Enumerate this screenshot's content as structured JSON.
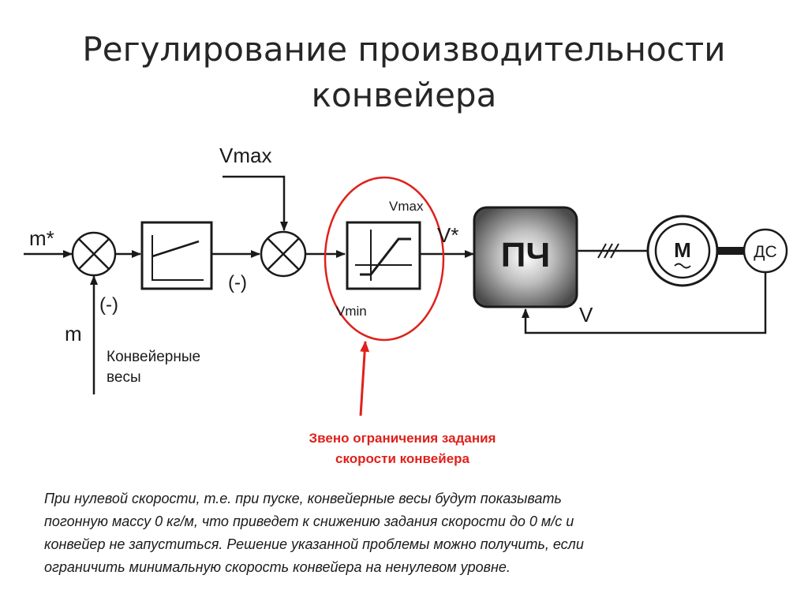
{
  "title": {
    "line1": "Регулирование производительности",
    "line2": "конвейера"
  },
  "diagram": {
    "labels": {
      "m_star": "m*",
      "minus_1": "(-)",
      "m": "m",
      "scales_line1": "Конвейерные",
      "scales_line2": "весы",
      "vmax_top": "Vmax",
      "minus_2": "(-)",
      "limiter_vmax": "Vmax",
      "limiter_vmin": "Vmin",
      "v_star": "V*",
      "vfd": "ПЧ",
      "motor": "M",
      "sensor": "ДС",
      "feedback_v": "V"
    },
    "colors": {
      "line": "#1a1a1a",
      "highlight": "#e0201b",
      "vfd_center": "#ffffff",
      "vfd_edge": "#4a4a4a"
    }
  },
  "caption": {
    "line1": "Звено ограничения задания",
    "line2": "скорости конвейера"
  },
  "note": {
    "line1": "При нулевой скорости, т.е. при пуске, конвейерные весы будут показывать",
    "line2": "погонную массу 0 кг/м, что приведет к снижению задания скорости до 0 м/с и",
    "line3": "конвейер не запуститься. Решение указанной проблемы можно получить, если",
    "line4": "ограничить минимальную скорость конвейера на ненулевом уровне."
  }
}
